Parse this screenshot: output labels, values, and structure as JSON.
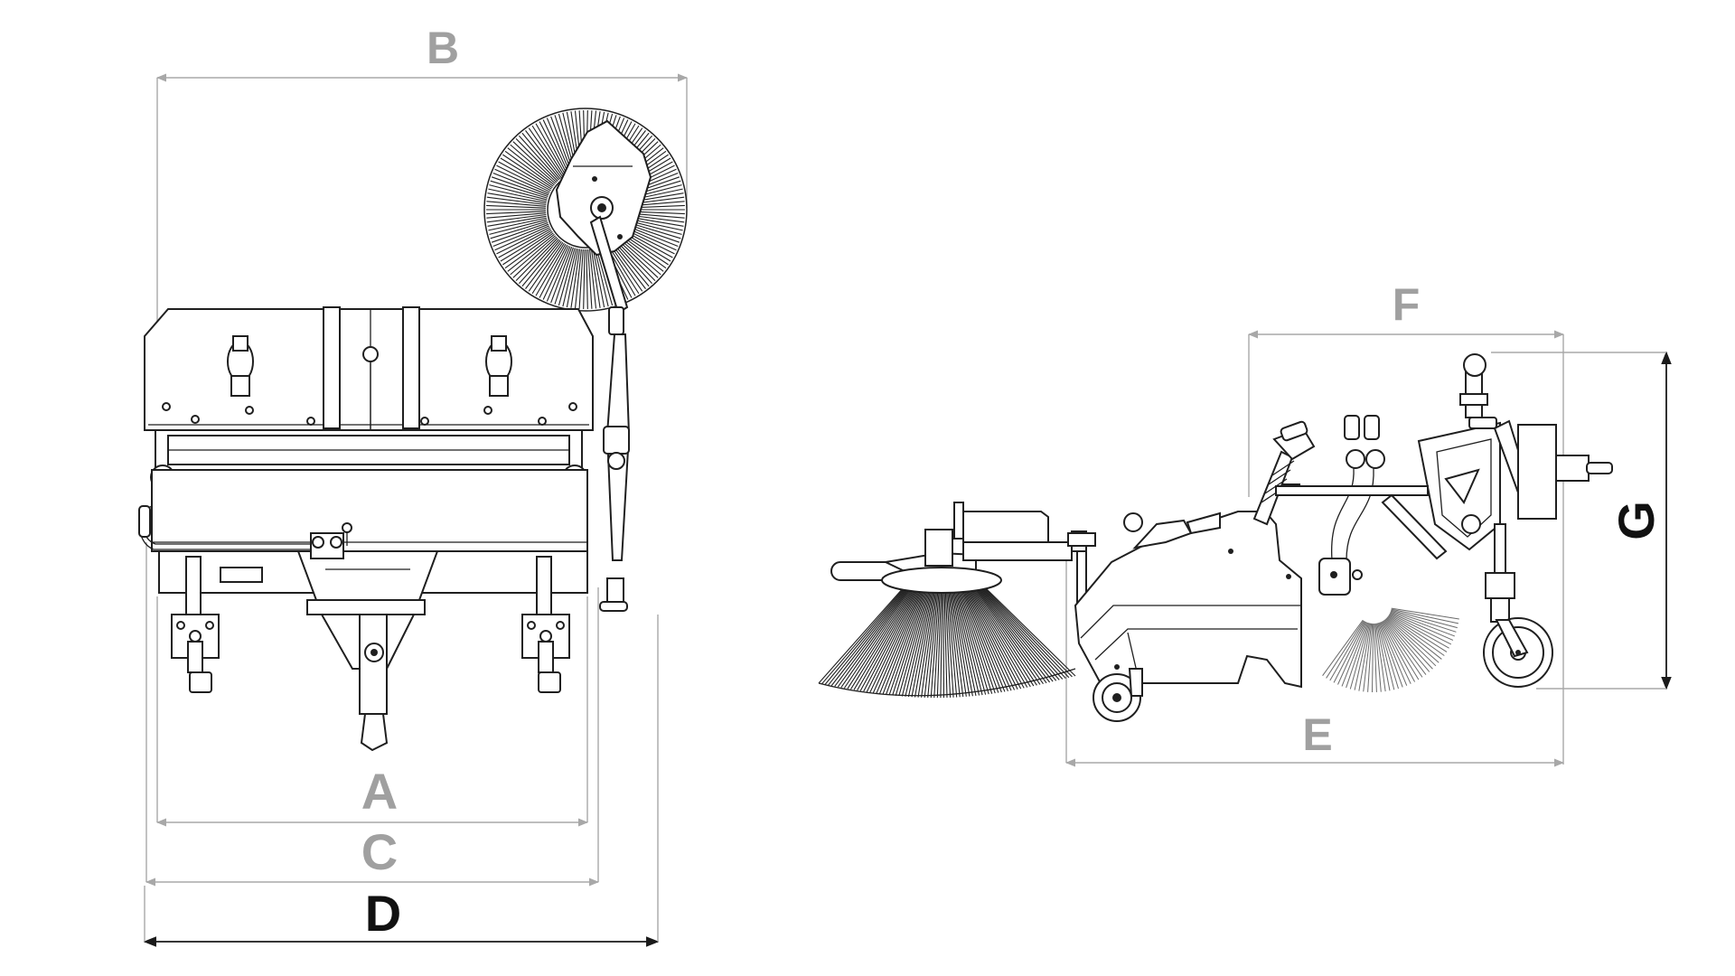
{
  "dimensions": {
    "A": "A",
    "B": "B",
    "C": "C",
    "D": "D",
    "E": "E",
    "F": "F",
    "G": "G"
  },
  "colors": {
    "dimension_grey": "#a8a8a8",
    "dimension_label_grey": "#a0a0a0",
    "dimension_dark": "#1a1a1a",
    "drawing_line": "#1f1f1f",
    "background": "#ffffff"
  },
  "views": [
    "front-view",
    "side-view"
  ]
}
